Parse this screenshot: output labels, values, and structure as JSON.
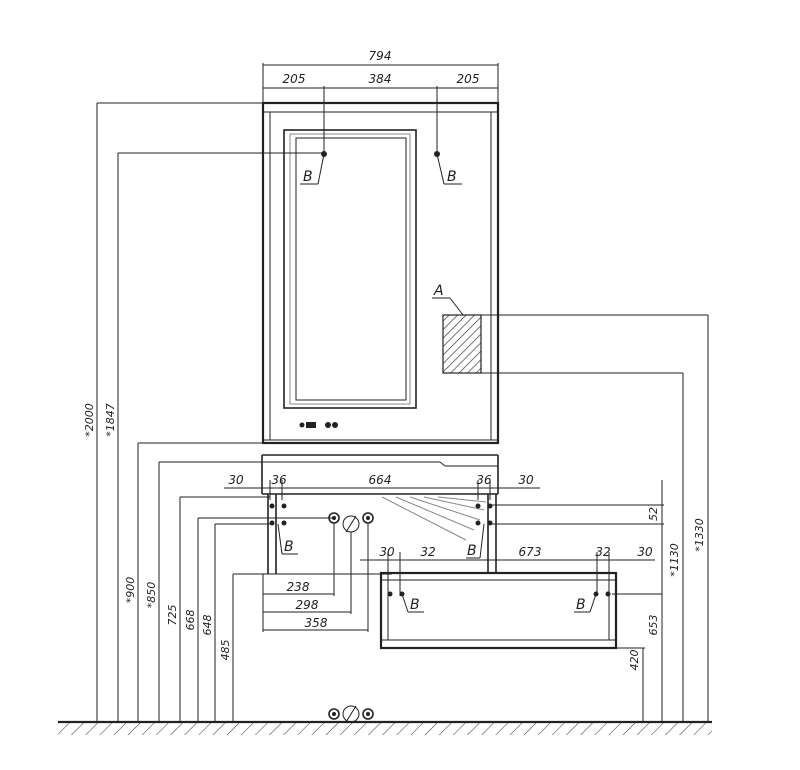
{
  "dimensions": {
    "total_width": "794",
    "left_offset": "205",
    "center_span": "384",
    "right_offset": "205",
    "height_total": "*2000",
    "height_mirror": "*1847",
    "height_shelf": "*1330",
    "height_cabinet_top": "*1130",
    "height_counter": "*900",
    "height_850": "*850",
    "height_725": "725",
    "height_668": "668",
    "height_648": "648",
    "height_485": "485",
    "height_653": "653",
    "height_420": "420",
    "offset_52": "52",
    "counter_left_30": "30",
    "counter_left_36": "36",
    "counter_span_664": "664",
    "counter_right_36": "36",
    "counter_right_30": "30",
    "pipe_238": "238",
    "pipe_298": "298",
    "pipe_358": "358",
    "drawer_left_30": "30",
    "drawer_left_32": "32",
    "drawer_span_673": "673",
    "drawer_right_32": "32",
    "drawer_right_30": "30"
  },
  "callouts": {
    "b": "B",
    "a": "A"
  }
}
